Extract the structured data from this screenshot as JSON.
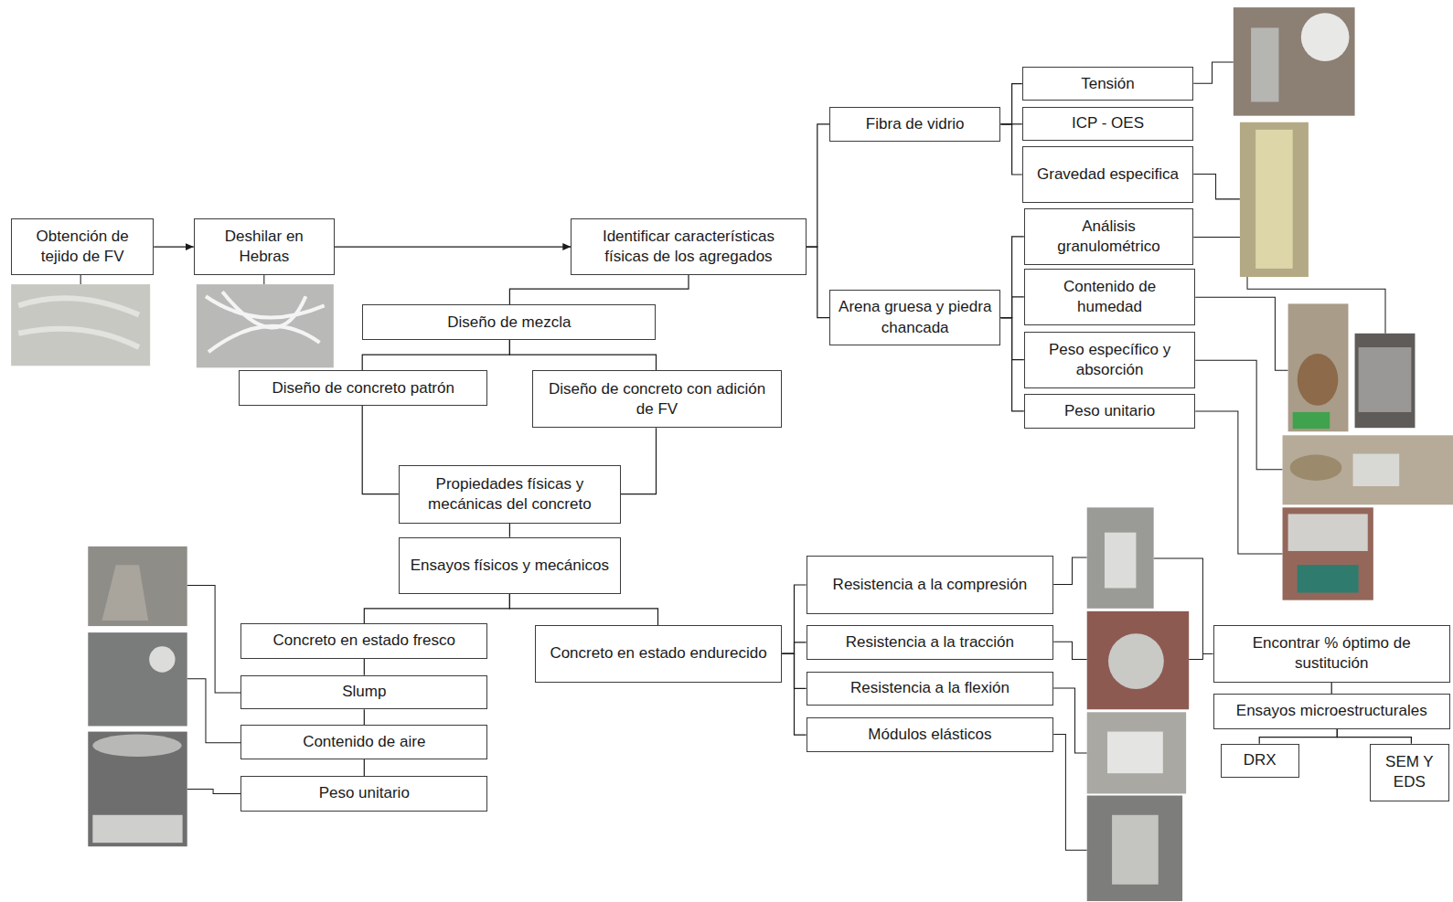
{
  "diagram": {
    "nodes": [
      {
        "text": [
          "Obtención de tejido de FV"
        ]
      },
      {
        "text": [
          "Deshilar en Hebras"
        ]
      },
      {
        "text": [
          "Identificar características físicas de los agregados"
        ]
      },
      {
        "text": [
          "Fibra de vidrio"
        ]
      },
      {
        "text": [
          "Arena gruesa y piedra chancada"
        ]
      },
      {
        "text": [
          "Tensión"
        ]
      },
      {
        "text": [
          "ICP - OES"
        ]
      },
      {
        "text": [
          "Gravedad especifica"
        ]
      },
      {
        "text": [
          "Análisis granulométrico"
        ]
      },
      {
        "text": [
          "Contenido de humedad"
        ]
      },
      {
        "text": [
          "Peso específico y absorción"
        ]
      },
      {
        "text": [
          "Peso unitario"
        ]
      },
      {
        "text": [
          "Diseño de mezcla"
        ]
      },
      {
        "text": [
          "Diseño de concreto patrón"
        ]
      },
      {
        "text": [
          "Diseño de concreto con adición de FV"
        ]
      },
      {
        "text": [
          "Propiedades físicas y mecánicas del concreto"
        ]
      },
      {
        "text": [
          "Ensayos físicos y mecánicos"
        ]
      },
      {
        "text": [
          "Concreto en estado fresco"
        ]
      },
      {
        "text": [
          "Concreto en estado endurecido"
        ]
      },
      {
        "text": [
          "Slump"
        ]
      },
      {
        "text": [
          "Contenido de aire"
        ]
      },
      {
        "text": [
          "Peso unitario"
        ]
      },
      {
        "text": [
          "Resistencia a la compresión"
        ]
      },
      {
        "text": [
          "Resistencia a la tracción"
        ]
      },
      {
        "text": [
          "Resistencia a la flexión"
        ]
      },
      {
        "text": [
          "Módulos elásticos"
        ]
      },
      {
        "text": [
          "Encontrar % óptimo de sustitución"
        ]
      },
      {
        "text": [
          "Ensayos microestructurales"
        ]
      },
      {
        "text": [
          "DRX"
        ]
      },
      {
        "text": [
          "SEM Y EDS"
        ]
      }
    ],
    "edges": [
      {
        "from": 0,
        "to": 1,
        "arrow": "to"
      },
      {
        "from": 1,
        "to": 2,
        "arrow": "to"
      },
      {
        "from": 2,
        "to": 3,
        "arrow": "none"
      },
      {
        "from": 2,
        "to": 4,
        "arrow": "none"
      },
      {
        "from": 3,
        "to": 5,
        "arrow": "none"
      },
      {
        "from": 3,
        "to": 6,
        "arrow": "none"
      },
      {
        "from": 3,
        "to": 7,
        "arrow": "none"
      },
      {
        "from": 4,
        "to": 8,
        "arrow": "none"
      },
      {
        "from": 4,
        "to": 9,
        "arrow": "none"
      },
      {
        "from": 4,
        "to": 10,
        "arrow": "none"
      },
      {
        "from": 4,
        "to": 11,
        "arrow": "none"
      },
      {
        "from": 2,
        "to": 12,
        "arrow": "none"
      },
      {
        "from": 12,
        "to": 13,
        "arrow": "none"
      },
      {
        "from": 12,
        "to": 14,
        "arrow": "none"
      },
      {
        "from": 13,
        "to": 15,
        "arrow": "none"
      },
      {
        "from": 14,
        "to": 15,
        "arrow": "none"
      },
      {
        "from": 15,
        "to": 16,
        "arrow": "none"
      },
      {
        "from": 16,
        "to": 17,
        "arrow": "none"
      },
      {
        "from": 16,
        "to": 18,
        "arrow": "none"
      },
      {
        "from": 17,
        "to": 19,
        "arrow": "none"
      },
      {
        "from": 19,
        "to": 20,
        "arrow": "none"
      },
      {
        "from": 20,
        "to": 21,
        "arrow": "none"
      },
      {
        "from": 18,
        "to": 22,
        "arrow": "none"
      },
      {
        "from": 18,
        "to": 23,
        "arrow": "none"
      },
      {
        "from": 18,
        "to": 24,
        "arrow": "none"
      },
      {
        "from": 18,
        "to": 25,
        "arrow": "none"
      },
      {
        "from": 26,
        "to": 27,
        "arrow": "none"
      },
      {
        "from": 27,
        "to": 28,
        "arrow": "none"
      },
      {
        "from": 27,
        "to": 29,
        "arrow": "none"
      }
    ]
  }
}
